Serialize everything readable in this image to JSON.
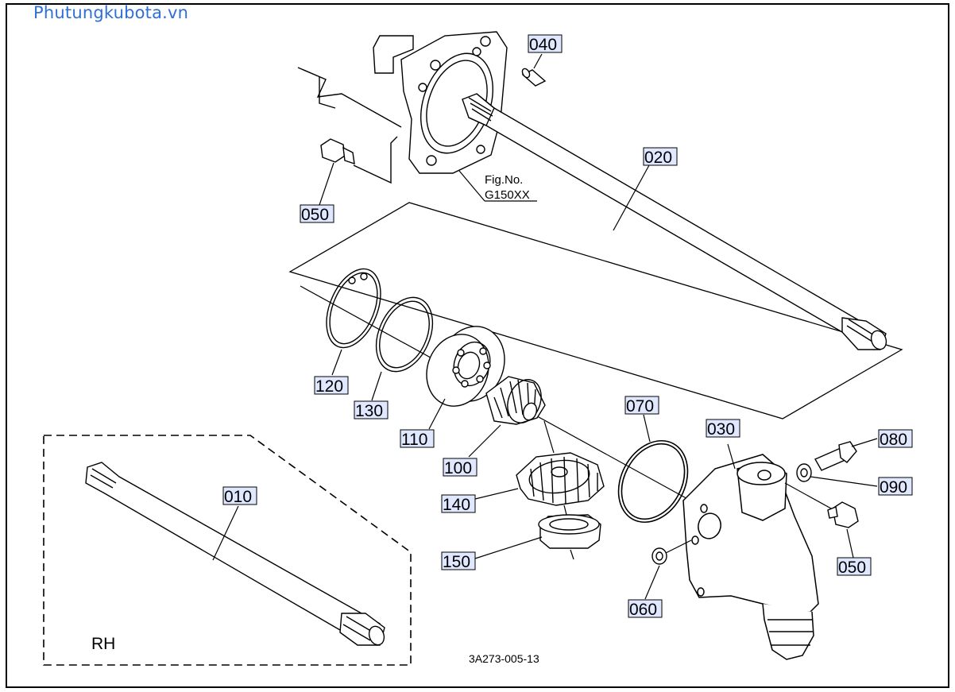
{
  "watermark": "Phutungkubota.vn",
  "figure_ref": {
    "line1": "Fig.No.",
    "line2": "G150XX"
  },
  "inset": {
    "side": "RH"
  },
  "drawing_code": "3A273-005-13",
  "callouts": {
    "p040": "040",
    "p020": "020",
    "p050a": "050",
    "p120": "120",
    "p130": "130",
    "p110": "110",
    "p100": "100",
    "p070": "070",
    "p030": "030",
    "p080": "080",
    "p090": "090",
    "p010": "010",
    "p140": "140",
    "p150": "150",
    "p050b": "050",
    "p060": "060"
  },
  "colors": {
    "line": "#000000",
    "label_fill": "#dfe8ff",
    "watermark": "#2f6fd6"
  }
}
